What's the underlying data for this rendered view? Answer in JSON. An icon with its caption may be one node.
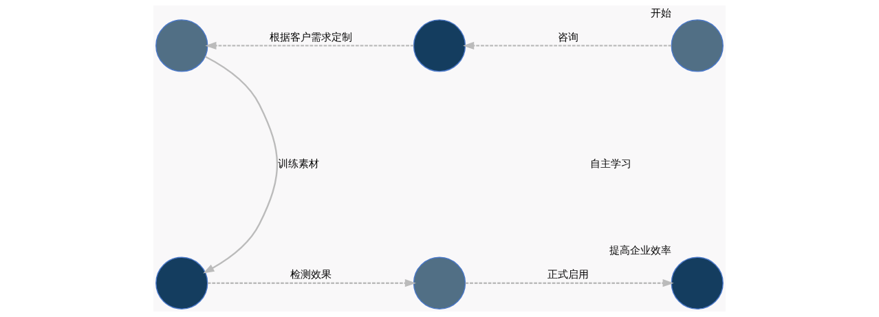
{
  "diagram": {
    "nodes": [
      {
        "text": [],
        "shape": "circle"
      },
      {
        "text": [],
        "shape": "circle"
      },
      {
        "text": [
          "开始"
        ]
      },
      {
        "text": [],
        "shape": "circle"
      },
      {
        "text": [],
        "shape": "circle"
      },
      {
        "text": [
          "提高企业效率"
        ]
      }
    ],
    "edges": [
      {
        "from": 2,
        "to": 1,
        "arrow": "to",
        "label": "咨询",
        "style": "dashed"
      },
      {
        "from": 1,
        "to": 0,
        "arrow": "to",
        "label": "根据客户需求定制",
        "style": "dashed"
      },
      {
        "from": 0,
        "to": 3,
        "arrow": "to",
        "label": "训练素材"
      },
      {
        "from": 3,
        "to": 4,
        "arrow": "to",
        "label": "检测效果",
        "style": "dashed"
      },
      {
        "from": 4,
        "to": 5,
        "arrow": "to",
        "label": "正式启用",
        "style": "dashed"
      }
    ],
    "labels": [
      "自主学习"
    ]
  }
}
